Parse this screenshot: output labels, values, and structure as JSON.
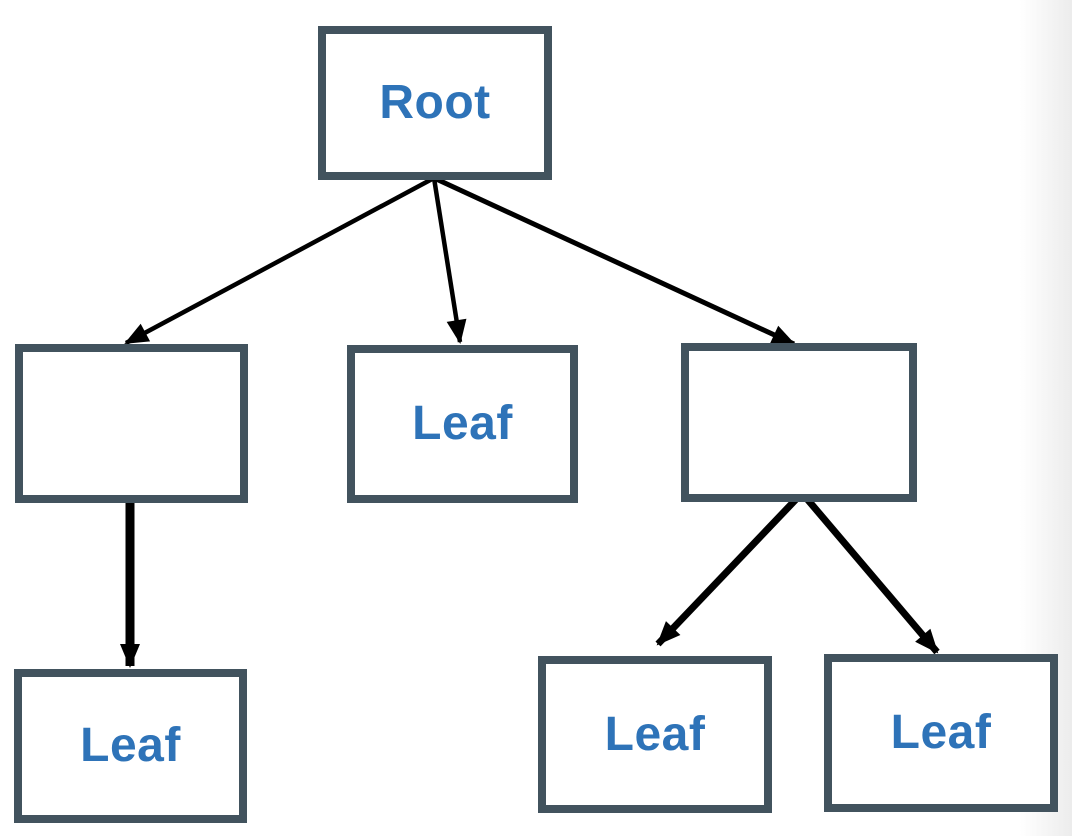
{
  "diagram": {
    "type": "tree",
    "description": "Tree diagram with a root node, three children (one labeled Leaf, two unlabeled internal nodes), and three grandchildren labeled Leaf",
    "nodes": [
      {
        "id": "root",
        "label": "Root"
      },
      {
        "id": "child-left",
        "label": ""
      },
      {
        "id": "child-middle",
        "label": "Leaf"
      },
      {
        "id": "child-right",
        "label": ""
      },
      {
        "id": "leaf-left",
        "label": "Leaf"
      },
      {
        "id": "leaf-middle",
        "label": "Leaf"
      },
      {
        "id": "leaf-right",
        "label": "Leaf"
      }
    ],
    "edges": [
      {
        "from": "root",
        "to": "child-left"
      },
      {
        "from": "root",
        "to": "child-middle"
      },
      {
        "from": "root",
        "to": "child-right"
      },
      {
        "from": "child-left",
        "to": "leaf-left"
      },
      {
        "from": "child-right",
        "to": "leaf-middle"
      },
      {
        "from": "child-right",
        "to": "leaf-right"
      }
    ],
    "colors": {
      "node_border": "#42535E",
      "node_fill": "#FFFFFF",
      "label_text": "#2E73B8",
      "arrow": "#000000",
      "background": "#FFFFFF",
      "right_edge_shade": "#ECECEC"
    }
  }
}
